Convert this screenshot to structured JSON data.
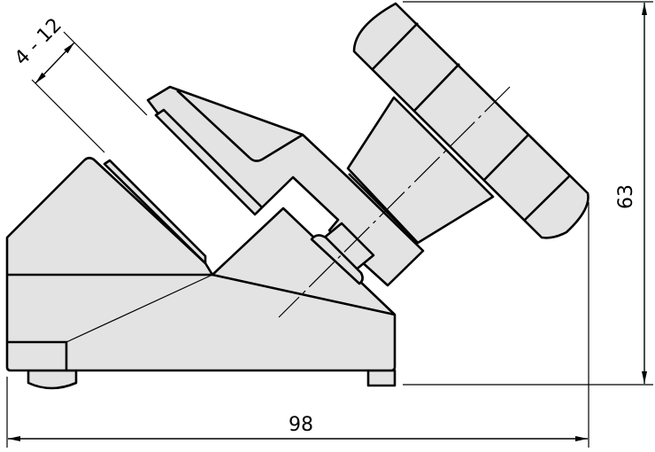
{
  "dimensions": {
    "width": "98",
    "height": "63",
    "jaw_range": "4 - 12"
  },
  "colors": {
    "fill": "#e3e3e3",
    "stroke": "#000000"
  }
}
